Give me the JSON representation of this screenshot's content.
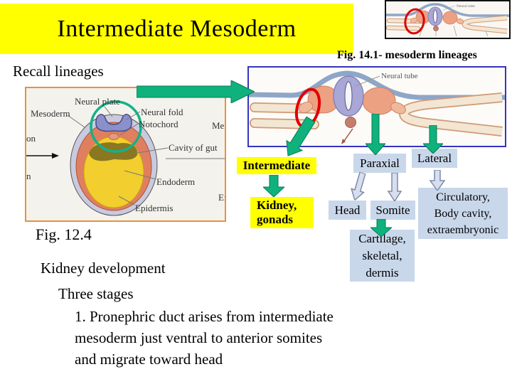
{
  "slide": {
    "title": "Intermediate Mesoderm",
    "fig141_caption": "Fig. 14.1- mesoderm lineages",
    "recall": "Recall lineages",
    "fig124_caption": "Fig. 12.4",
    "kidney_dev_heading": "Kidney development",
    "three_stages": "Three stages",
    "point1_line1": "1. Pronephric duct arises from intermediate",
    "point1_line2": "mesoderm just ventral to anterior somites",
    "point1_line3": "and migrate toward head"
  },
  "left_figure": {
    "labels": {
      "neural_plate": "Neural plate",
      "mesoderm": "Mesoderm",
      "neural_fold": "Neural fold",
      "notochord": "Notochord",
      "cavity_of_gut": "Cavity of gut",
      "endoderm": "Endoderm",
      "epidermis": "Epidermis",
      "cut_left_top": "on",
      "cut_left_bottom": "n",
      "cut_right_top": "Me",
      "cut_right_bottom": "En"
    }
  },
  "right_figure": {
    "neural_tube_label": "Neural tube"
  },
  "thumbnail": {
    "neural_tube_label": "Neural tube"
  },
  "flowchart": {
    "intermediate": "Intermediate",
    "paraxial": "Paraxial",
    "lateral": "Lateral",
    "kidney_line1": "Kidney,",
    "kidney_line2": "gonads",
    "head": "Head",
    "somite": "Somite",
    "circulatory_line1": "Circulatory,",
    "circulatory_line2": "Body cavity,",
    "circulatory_line3": "extraembryonic",
    "cartilage_line1": "Cartilage,",
    "cartilage_line2": "skeletal,",
    "cartilage_line3": "dermis"
  },
  "colors": {
    "banner_yellow": "#ffff00",
    "node_blue": "#c9d7ea",
    "arrow_green": "#0fb27c",
    "annotation_red": "#e10000",
    "annotation_green_circle": "#12b288",
    "figure_border_orange": "#e8923a",
    "figure_border_blue": "#3434c0"
  }
}
